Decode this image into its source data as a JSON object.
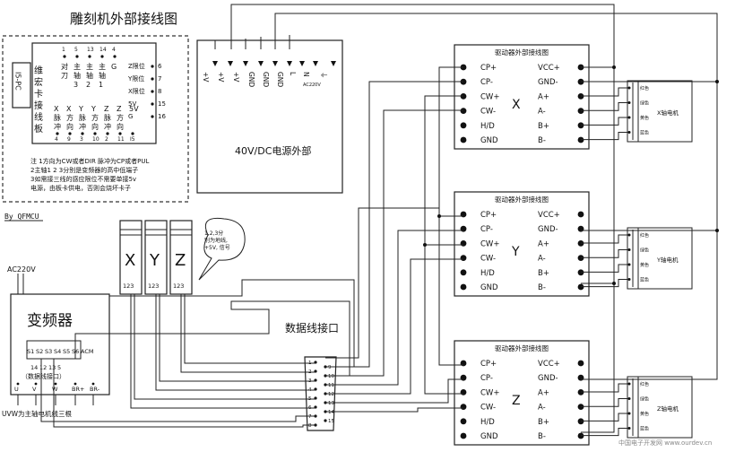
{
  "title": "雕刻机外部接线图",
  "author": "By QFMCU",
  "card": {
    "side_label": "维宏卡接线板",
    "pc_label": "I5-PC",
    "top_pins": [
      "1",
      "5",
      "13",
      "14",
      "4"
    ],
    "top_funcs": [
      [
        "对",
        "刀"
      ],
      [
        "主",
        "轴",
        "3"
      ],
      [
        "主",
        "轴",
        "2"
      ],
      [
        "主",
        "轴",
        "1"
      ],
      [
        "G"
      ]
    ],
    "limits": [
      {
        "label": "Z限位",
        "pin": "6"
      },
      {
        "label": "Y限位",
        "pin": "7"
      },
      {
        "label": "X限位",
        "pin": "8"
      },
      {
        "label": "5V",
        "pin": "15"
      },
      {
        "label": "G",
        "pin": "16"
      }
    ],
    "bottom_funcs": [
      [
        "X",
        "脉",
        "冲"
      ],
      [
        "X",
        "方",
        "向"
      ],
      [
        "Y",
        "脉",
        "冲"
      ],
      [
        "Y",
        "方",
        "向"
      ],
      [
        "Z",
        "脉",
        "冲"
      ],
      [
        "Z",
        "方",
        "向"
      ],
      [
        "5V",
        ""
      ]
    ],
    "bottom_pins": [
      "4",
      "9",
      "3",
      "10",
      "2",
      "11",
      "I5"
    ],
    "notes": [
      "注  1方向为CW或者DIR    脉冲为CP或者PUL",
      "2主轴1 2 3分别是变频器的高中低端子",
      "3如需接三线的感应限位不需要单接5v",
      "电源，由板卡供电，否则会烧坏卡子"
    ]
  },
  "psu": {
    "label": "40V/DC电源外部",
    "terminals": [
      "+V",
      "+V",
      "+V",
      "GND",
      "GND",
      "GND",
      "L",
      "N",
      "AC220V",
      "⏚"
    ]
  },
  "axis_cards": [
    {
      "letter": "X",
      "num": "123"
    },
    {
      "letter": "Y",
      "num": "123"
    },
    {
      "letter": "Z",
      "num": "123"
    }
  ],
  "callout": [
    "1,2,3分",
    "别为地线,",
    "+5V, 信号"
  ],
  "vfd": {
    "ac_label": "AC220V",
    "label": "变频器",
    "terms": [
      "S1",
      "S2",
      "S3",
      "S4",
      "S5",
      "S6",
      "ACM"
    ],
    "sub_pins": [
      "14",
      "12",
      "13",
      "5"
    ],
    "sub_label": "（数据线接口）",
    "outputs": [
      "U",
      "V",
      "W",
      "BR+",
      "BR-"
    ],
    "footer": "UVW为主轴电机线三根"
  },
  "data_port": {
    "label": "数据线接口",
    "left_pins": [
      "1",
      "2",
      "3",
      "4",
      "5",
      "6",
      "7",
      "8"
    ],
    "right_pins": [
      "9",
      "10",
      "11",
      "12",
      "13",
      "14",
      "15"
    ]
  },
  "drivers": [
    {
      "title": "驱动器外部接线图",
      "axis": "X",
      "motor": "X轴电机"
    },
    {
      "title": "驱动器外部接线图",
      "axis": "Y",
      "motor": "Y轴电机"
    },
    {
      "title": "驱动器外部接线图",
      "axis": "Z",
      "motor": "Z轴电机"
    }
  ],
  "driver_left": [
    "CP+",
    "CP-",
    "CW+",
    "CW-",
    "H/D",
    "GND"
  ],
  "driver_right": [
    "VCC+",
    "GND-",
    "A+",
    "A-",
    "B+",
    "B-"
  ],
  "wire_colors": [
    "红色",
    "绿色",
    "黄色",
    "蓝色"
  ],
  "watermark": "中国电子开发网 www.ourdev.cn"
}
